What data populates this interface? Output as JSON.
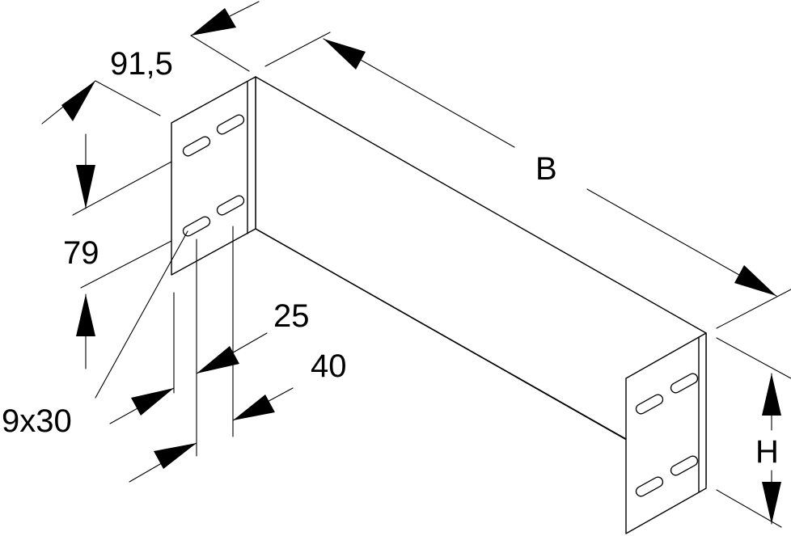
{
  "labels": {
    "depth": "91,5",
    "width": "B",
    "flange": "79",
    "slot_spacing_a": "25",
    "slot_spacing_b": "40",
    "slot_size": "9x30",
    "height": "H"
  }
}
